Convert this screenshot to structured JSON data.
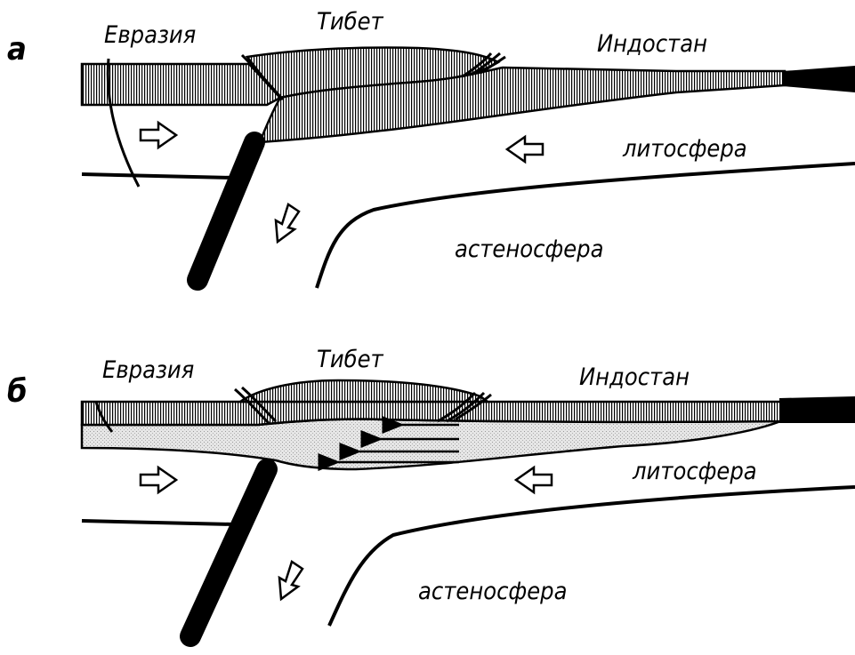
{
  "panels": [
    {
      "letter": "а",
      "labels": {
        "eurasia": "Евразия",
        "tibet": "Тибет",
        "hindustan": "Индостан",
        "lithosphere": "литосфера",
        "asthenosphere": "астеносфера"
      }
    },
    {
      "letter": "б",
      "labels": {
        "eurasia": "Евразия",
        "tibet": "Тибет",
        "hindustan": "Индостан",
        "lithosphere": "литосфера",
        "asthenosphere": "астеносфера"
      }
    }
  ],
  "colors": {
    "ink": "#000000",
    "background": "#ffffff",
    "crust_stripe": "#000000",
    "lower_crust_fill": "#dcdcdc"
  }
}
